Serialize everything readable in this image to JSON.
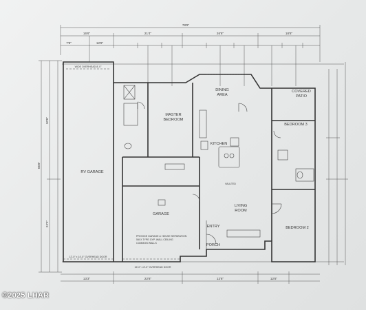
{
  "dimensions": {
    "overall_top": "78'8\"",
    "top_segments": [
      "16'6\"",
      "21'4\"",
      "26'8\"",
      "18'8\""
    ],
    "top_small_1": "7'8\"",
    "top_small_2": "12'8\"",
    "bottom_segments": [
      "13'3\"",
      "22'8\"",
      "12'8\"",
      "12'8\""
    ],
    "left_overall": "56'8\"",
    "left_mid": "30'8\"",
    "left_lower": "22'2\""
  },
  "rooms": {
    "covered_patio": [
      "COVERED",
      "PATIO"
    ],
    "dining_area": [
      "DINING",
      "AREA"
    ],
    "master_bedroom": [
      "MASTER",
      "BEDROOM"
    ],
    "bedroom_3": "BEDROOM 3",
    "kitchen": "KITCHEN",
    "rv_garage": "RV GARAGE",
    "living_room": [
      "LIVING",
      "ROOM"
    ],
    "garage": "GARAGE",
    "entry": "ENTRY",
    "porch": "PORCH",
    "bedroom_2": "BEDROOM 2"
  },
  "notes": {
    "wide_overhead": "WIDE OVERHEAD 8'-0\"",
    "rv_door": "12'-0\" x 14'-0\" OVERHEAD DOOR",
    "garage_door": "16'-0\" x 8'-0\" OVERHEAD DOOR",
    "separation": [
      "PROVIDE GARAGE & HOUSE SEPARATION",
      "5/8 X TYPE GYP. WALL CEILING",
      "COMMON WALLS"
    ],
    "vaulted": "VAULTED"
  },
  "watermark": "©2025 LHAR"
}
